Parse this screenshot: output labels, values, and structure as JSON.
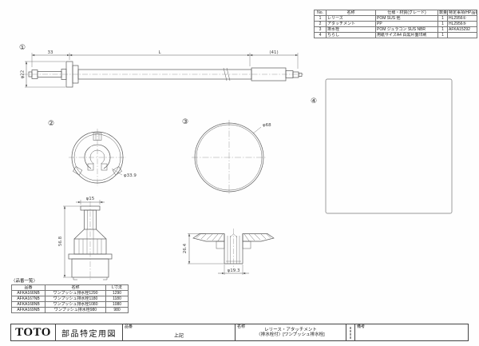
{
  "page": {
    "background": "#ffffff"
  },
  "parts_table": {
    "headers": [
      "No.",
      "名称",
      "仕様・材質(グレード)",
      "数量",
      "特定事項/HP品番"
    ],
    "rows": [
      {
        "no": "1",
        "name": "レリース",
        "spec": "POM SUS 他",
        "qty": "1",
        "code": "HL2956①"
      },
      {
        "no": "2",
        "name": "アタッチメント",
        "spec": "PP",
        "qty": "1",
        "code": "HL2956⑤"
      },
      {
        "no": "3",
        "name": "排水栓",
        "spec": "POM ジュラコン SUS NBR",
        "qty": "1",
        "code": "AFKA15292"
      },
      {
        "no": "4",
        "name": "ちらし",
        "spec": "用紙サイズA4 白黒片面印刷",
        "qty": "1",
        "code": ""
      }
    ]
  },
  "callouts": {
    "c1": "①",
    "c2": "②",
    "c3": "③",
    "c4": "④"
  },
  "dims": {
    "d33": "33",
    "dL": "L",
    "d41": "(41)",
    "d22": "φ22",
    "d339": "φ33.9",
    "d15": "φ15",
    "d568": "56.8",
    "d68": "φ68",
    "d264": "26.4",
    "d193": "φ19.3"
  },
  "size_table": {
    "title": "〈品番一覧〉",
    "headers": [
      "品番",
      "名称",
      "L寸法"
    ],
    "rows": [
      [
        "AFKA166NB",
        "ワンプッシュ排水栓1290",
        "1290"
      ],
      [
        "AFKA167NB",
        "ワンプッシュ排水栓1180",
        "1180"
      ],
      [
        "AFKA168NB",
        "ワンプッシュ排水栓1080",
        "1080"
      ],
      [
        "AFKA169NB",
        "ワンプッシュ排水栓980",
        "980"
      ]
    ]
  },
  "title_block": {
    "logo": "TOTO",
    "doc_type": "部品特定用図",
    "part_no_label": "品番",
    "part_no_value": "上記",
    "name_label": "名称",
    "name_line1": "レリース・アタッチメント",
    "name_line2": "〈排水栓付〉[ワンプッシュ排水栓]",
    "remarks_label": "備考"
  }
}
